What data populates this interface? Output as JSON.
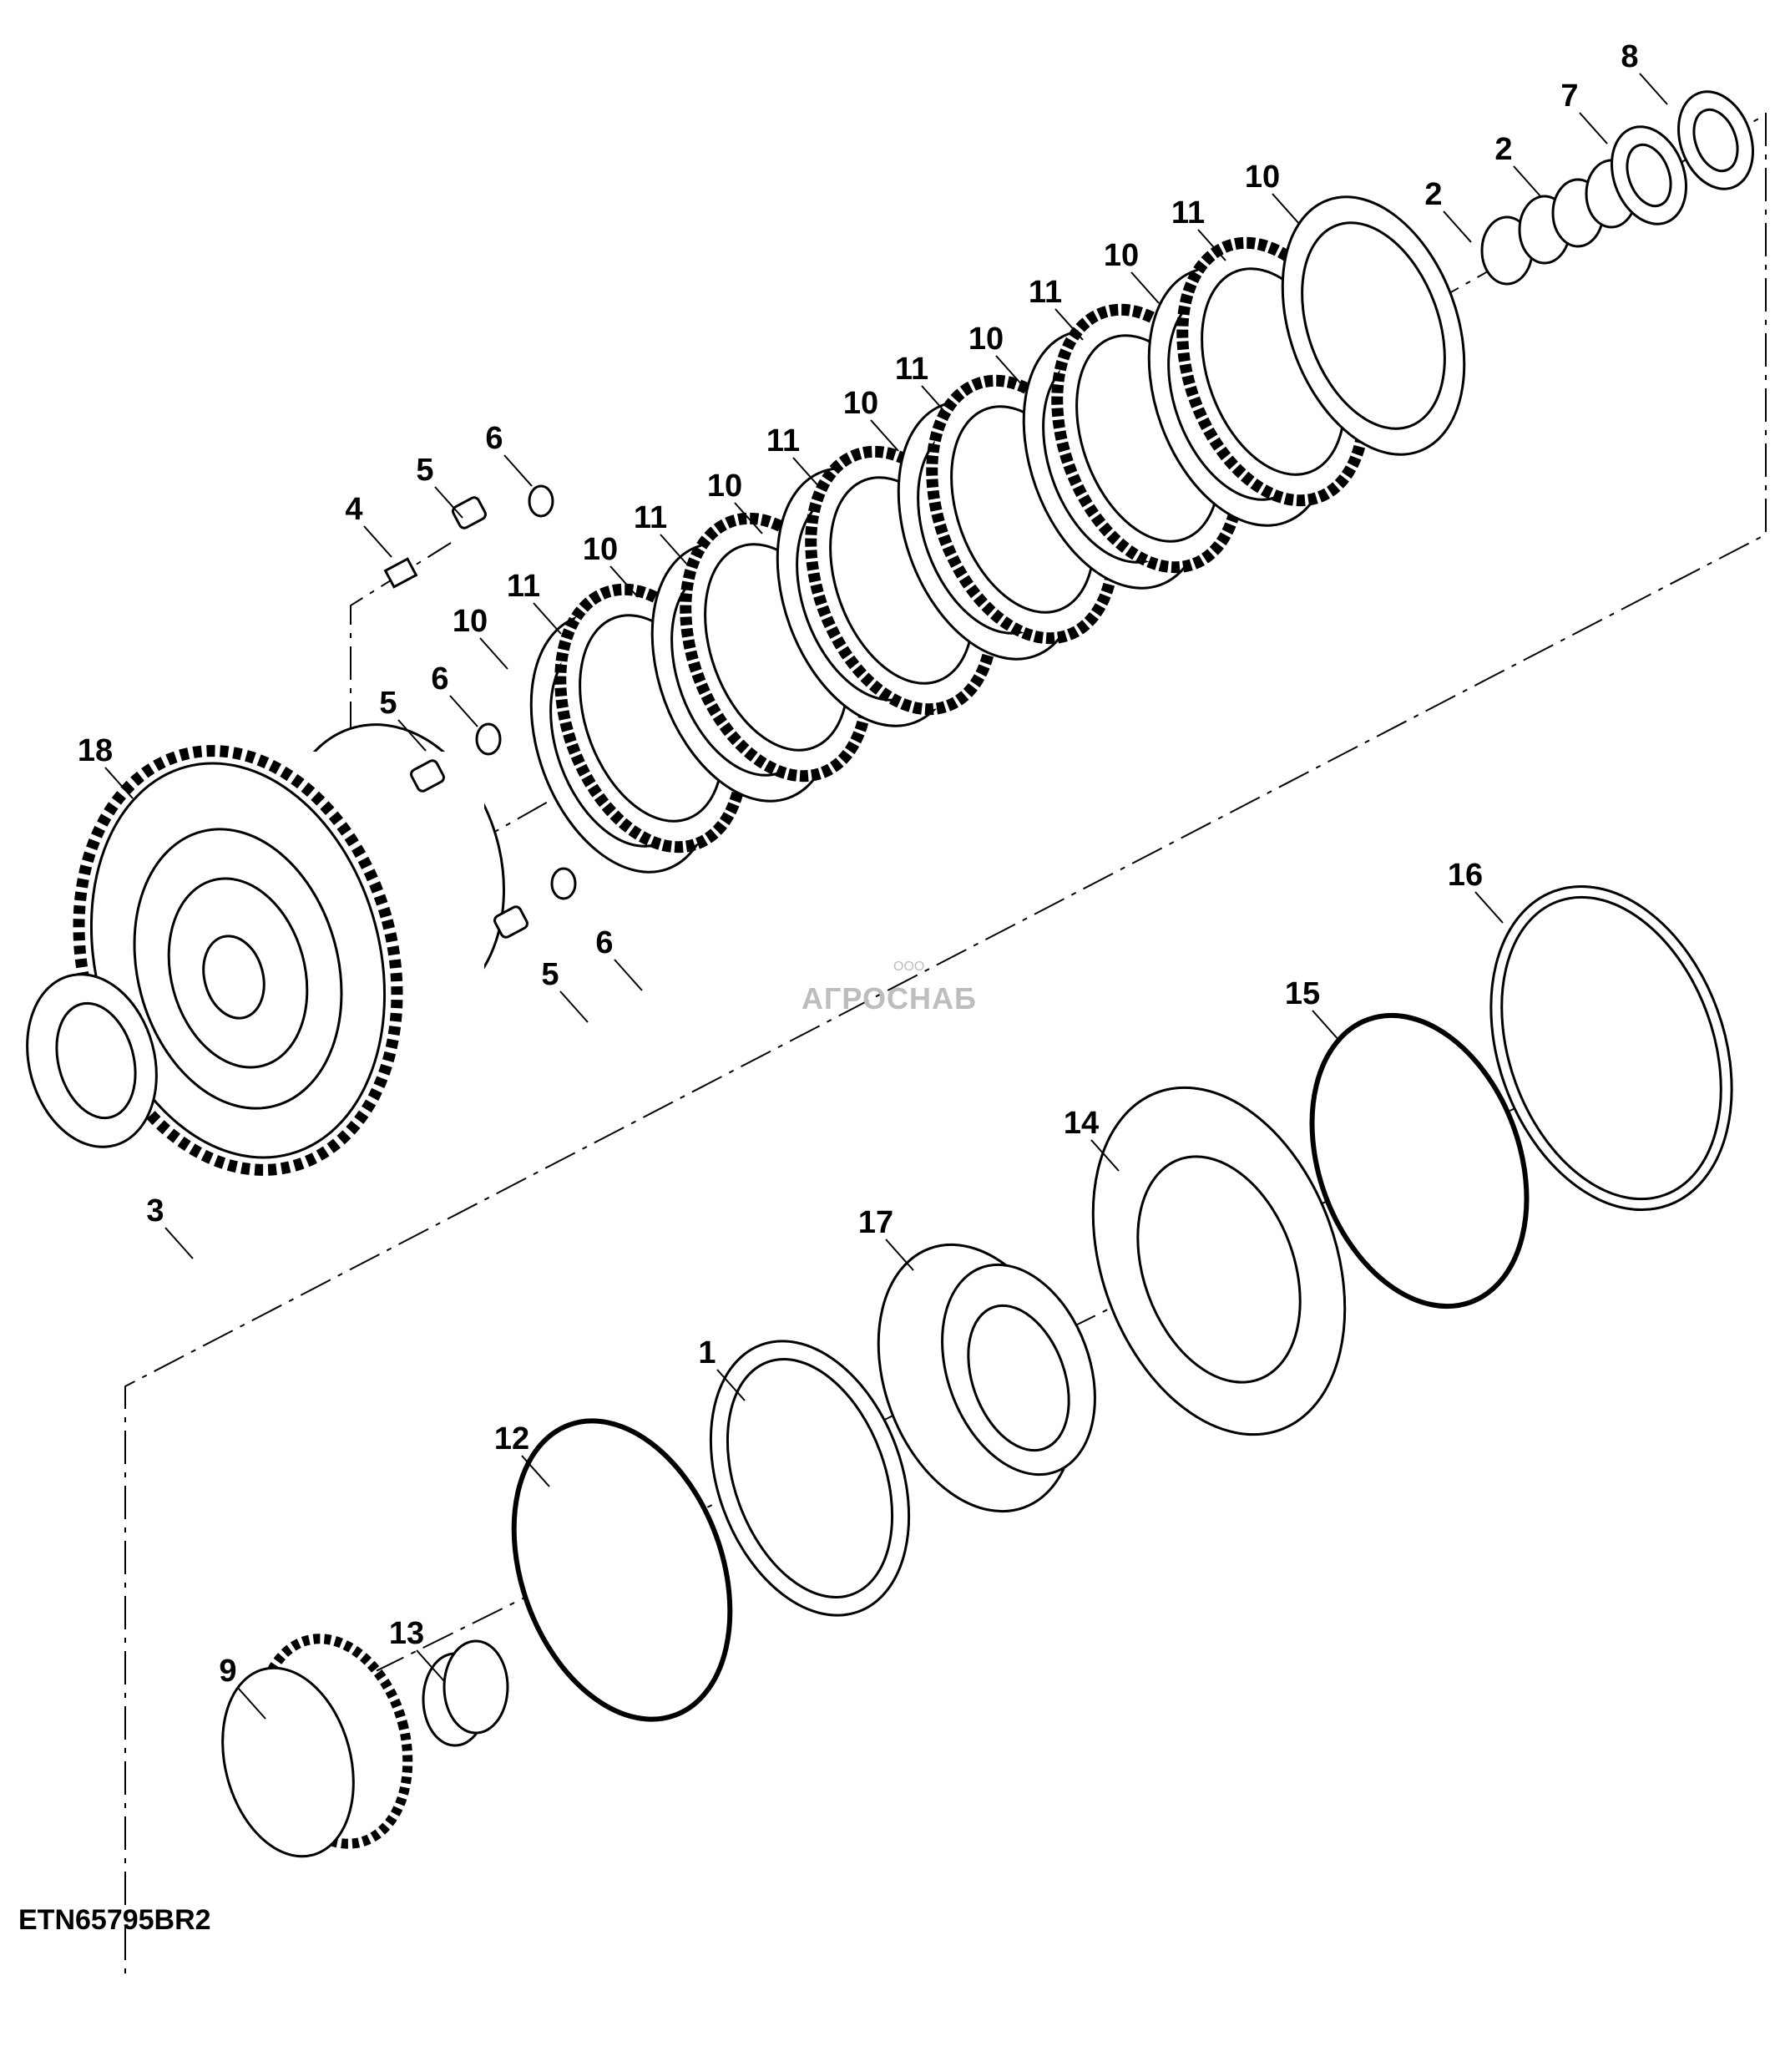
{
  "figure_code": "ETN65795BR2",
  "watermark": {
    "brand": "АГРОСНАБ",
    "prefix": "ООО"
  },
  "callouts": [
    "8",
    "7",
    "2",
    "2",
    "10",
    "11",
    "10",
    "11",
    "10",
    "11",
    "10",
    "11",
    "10",
    "11",
    "10",
    "11",
    "10",
    "6",
    "5",
    "4",
    "6",
    "5",
    "18",
    "5",
    "6",
    "3",
    "16",
    "15",
    "14",
    "17",
    "1",
    "12",
    "13",
    "9"
  ]
}
